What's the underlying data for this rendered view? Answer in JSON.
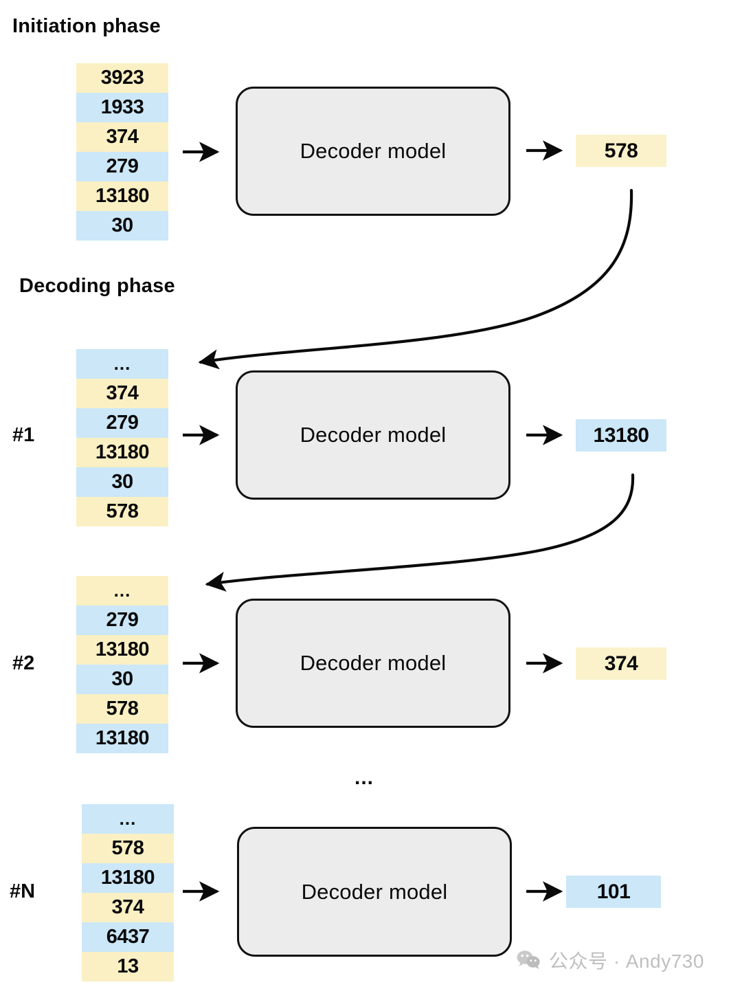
{
  "diagram": {
    "title_initiation": "Initiation phase",
    "title_decoding": "Decoding phase",
    "decoder_label": "Decoder model",
    "separator_ellipsis": "...",
    "colors": {
      "token_yellow": "#fbf0c3",
      "token_blue": "#cbe7f8",
      "decoder_fill": "#ececec",
      "decoder_stroke": "#111111",
      "text": "#0a0a0a",
      "watermark": "#bfbfbf"
    },
    "stages": [
      {
        "id": "initiation",
        "step_label": "",
        "tokens": [
          {
            "value": "3923",
            "color": "yellow"
          },
          {
            "value": "1933",
            "color": "blue"
          },
          {
            "value": "374",
            "color": "yellow"
          },
          {
            "value": "279",
            "color": "blue"
          },
          {
            "value": "13180",
            "color": "yellow"
          },
          {
            "value": "30",
            "color": "blue"
          }
        ],
        "output": {
          "value": "578",
          "color": "yellow"
        }
      },
      {
        "id": "decode-1",
        "step_label": "#1",
        "tokens": [
          {
            "value": "...",
            "color": "blue"
          },
          {
            "value": "374",
            "color": "yellow"
          },
          {
            "value": "279",
            "color": "blue"
          },
          {
            "value": "13180",
            "color": "yellow"
          },
          {
            "value": "30",
            "color": "blue"
          },
          {
            "value": "578",
            "color": "yellow"
          }
        ],
        "output": {
          "value": "13180",
          "color": "blue"
        }
      },
      {
        "id": "decode-2",
        "step_label": "#2",
        "tokens": [
          {
            "value": "...",
            "color": "yellow"
          },
          {
            "value": "279",
            "color": "blue"
          },
          {
            "value": "13180",
            "color": "yellow"
          },
          {
            "value": "30",
            "color": "blue"
          },
          {
            "value": "578",
            "color": "yellow"
          },
          {
            "value": "13180",
            "color": "blue"
          }
        ],
        "output": {
          "value": "374",
          "color": "yellow"
        }
      },
      {
        "id": "decode-n",
        "step_label": "#N",
        "tokens": [
          {
            "value": "...",
            "color": "blue"
          },
          {
            "value": "578",
            "color": "yellow"
          },
          {
            "value": "13180",
            "color": "blue"
          },
          {
            "value": "374",
            "color": "yellow"
          },
          {
            "value": "6437",
            "color": "blue"
          },
          {
            "value": "13",
            "color": "yellow"
          }
        ],
        "output": {
          "value": "101",
          "color": "blue"
        }
      }
    ]
  },
  "watermark": {
    "icon": "wechat-icon",
    "text": "公众号 · Andy730"
  }
}
